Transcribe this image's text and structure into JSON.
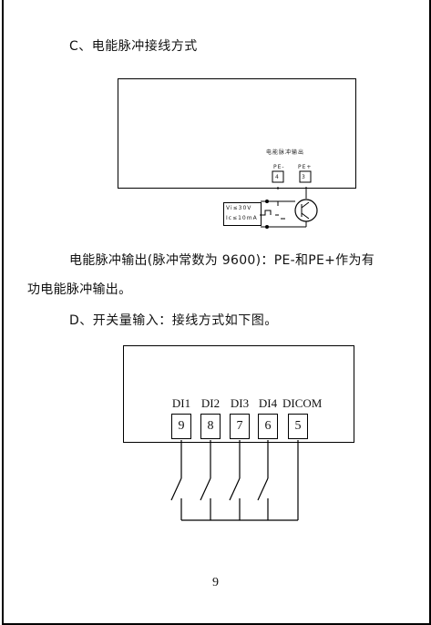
{
  "section_c": {
    "title": "C、电能脉冲接线方式"
  },
  "pulse_figure": {
    "caption": "电能脉冲输出",
    "terminal_left": "PE-",
    "terminal_right": "PE+",
    "terminal_left_num": "4",
    "terminal_right_num": "3",
    "source_line1": "Vi≤30V",
    "source_line2": "Ic≤10mA"
  },
  "pulse_paragraph": {
    "line1": "电能脉冲输出(脉冲常数为 9600)：PE-和PE+作为有",
    "line2": "功电能脉冲输出。"
  },
  "section_d": {
    "title": "D、开关量输入：接线方式如下图。"
  },
  "di_figure": {
    "labels": [
      "DI1",
      "DI2",
      "DI3",
      "DI4",
      "DICOM"
    ],
    "terminals": [
      "9",
      "8",
      "7",
      "6",
      "5"
    ]
  },
  "page_number": "9"
}
